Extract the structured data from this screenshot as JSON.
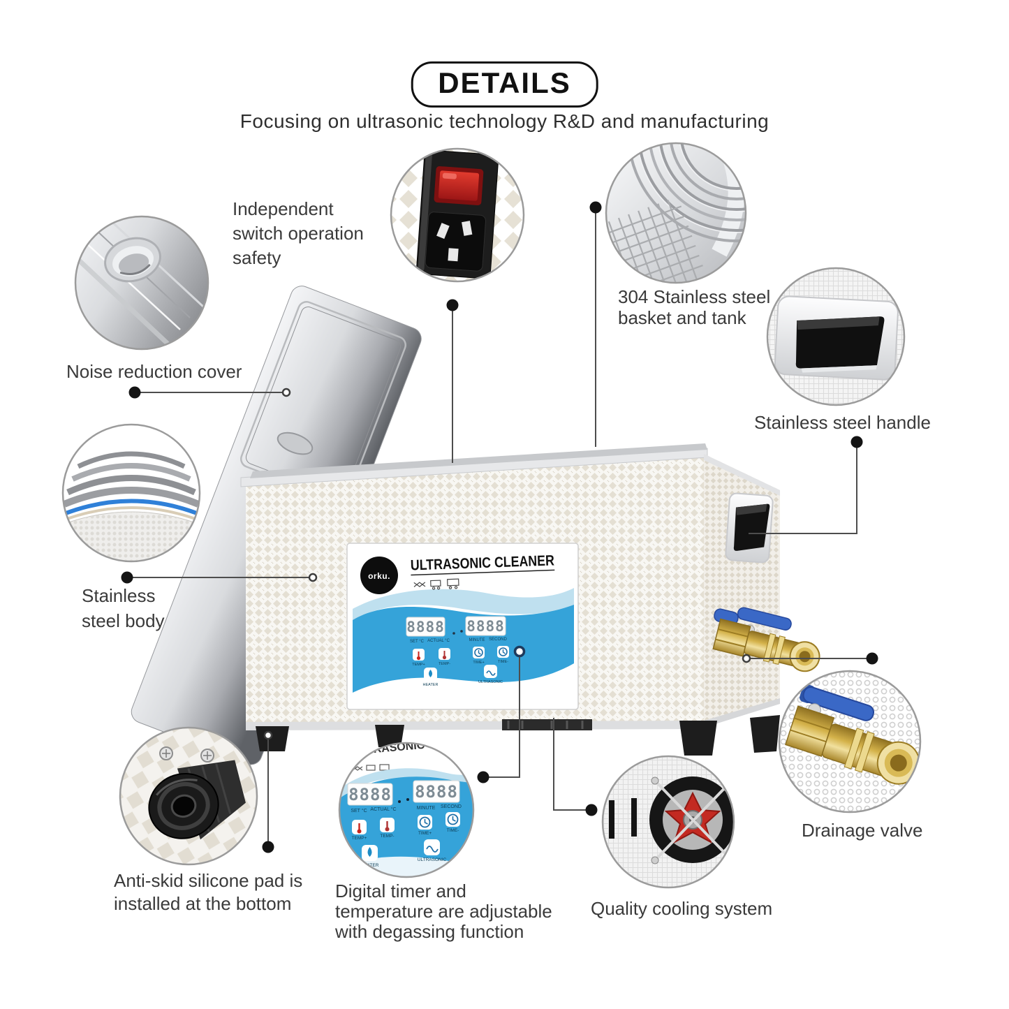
{
  "header": {
    "title": "DETAILS",
    "subtitle": "Focusing on ultrasonic technology R&D and manufacturing"
  },
  "callouts": {
    "noise_cover": {
      "label": "Noise reduction cover"
    },
    "switch": {
      "label": "Independent\nswitch operation\nsafety"
    },
    "basket": {
      "label": "304 Stainless steel\nbasket and tank"
    },
    "handle": {
      "label": "Stainless steel handle"
    },
    "body": {
      "label": "Stainless\nsteel body"
    },
    "pad": {
      "label": "Anti-skid silicone pad is\ninstalled at the bottom"
    },
    "panel": {
      "label": "Digital timer and\ntemperature are adjustable\nwith degassing function"
    },
    "cooling": {
      "label": "Quality cooling system"
    },
    "valve": {
      "label": "Drainage valve"
    }
  },
  "product": {
    "brand": "orku.",
    "panel_title": "ULTRASONIC CLEANER",
    "display_left": "8888",
    "display_right": "8888",
    "display_labels": {
      "set": "SET °C",
      "actual": "ACTUAL °C",
      "minute": "MINUTE",
      "second": "SECOND"
    },
    "buttons": {
      "temp_plus": "TEMP+",
      "temp_minus": "TEMP-",
      "heater": "HEATER",
      "time_plus": "TIME+",
      "time_minus": "TIME-",
      "ultrasonic": "ULTRASONIC"
    }
  },
  "colors": {
    "panel_blue": "#35a3d9",
    "panel_blue_light": "#bfe0ef",
    "switch_red": "#c8251d",
    "brass": "#c9a53b",
    "valve_handle_blue": "#3a68c6",
    "line_gray": "#4d4d4d"
  }
}
